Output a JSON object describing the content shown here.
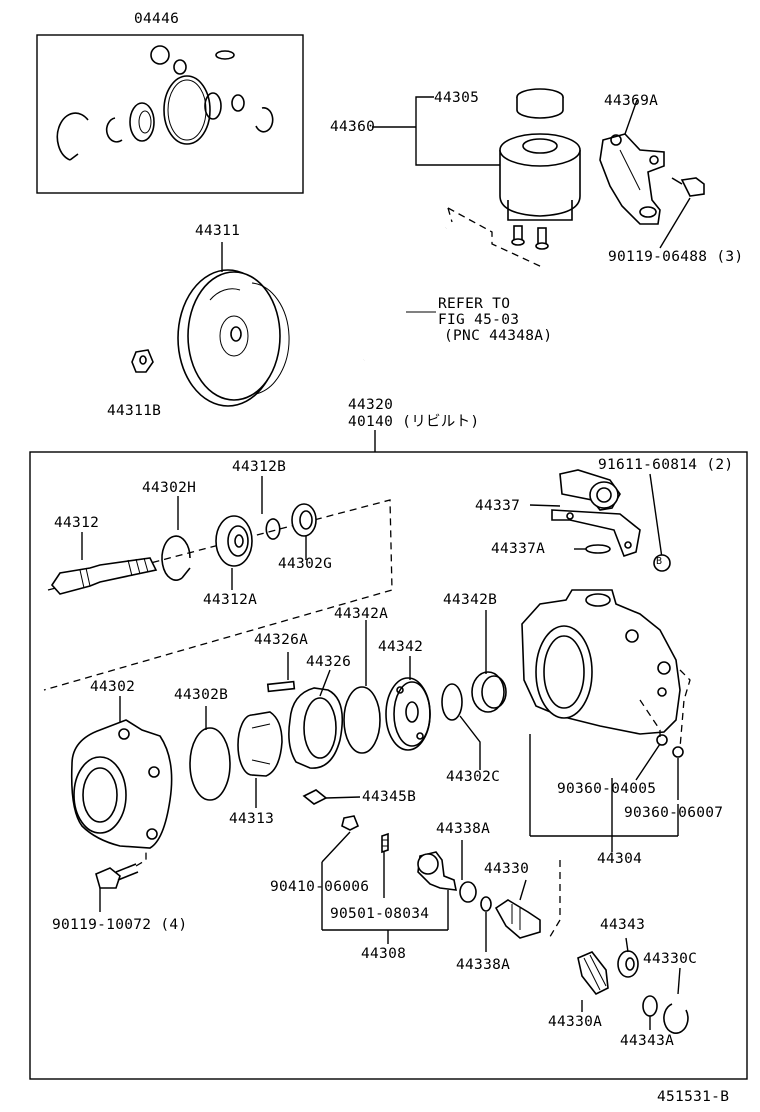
{
  "diagram": {
    "ref_code": "451531-B",
    "refer_note": {
      "line1": "REFER TO",
      "line2": "FIG 45-03",
      "line3": "(PNC 44348A)"
    },
    "labels": {
      "p04446": "04446",
      "p44305": "44305",
      "p44360": "44360",
      "p44369A": "44369A",
      "p90119_06488": "90119-06488 (3)",
      "p44311": "44311",
      "p44311B": "44311B",
      "p44320": "44320",
      "p40140": "40140 (リビルト)",
      "p91611": "91611-60814 (2)",
      "p44312B": "44312B",
      "p44302H": "44302H",
      "p44312": "44312",
      "p44302G": "44302G",
      "p44312A": "44312A",
      "p44337": "44337",
      "p44337A": "44337A",
      "p44342A": "44342A",
      "p44342B": "44342B",
      "p44326A": "44326A",
      "p44326": "44326",
      "p44342": "44342",
      "p44302": "44302",
      "p44302B": "44302B",
      "p44302C": "44302C",
      "p90360_04005": "90360-04005",
      "p90360_06007": "90360-06007",
      "p44345B": "44345B",
      "p44313": "44313",
      "p44304": "44304",
      "p44338A_top": "44338A",
      "p44330": "44330",
      "p90410": "90410-06006",
      "p90501": "90501-08034",
      "p90119_10072": "90119-10072 (4)",
      "p44308": "44308",
      "p44338A_bot": "44338A",
      "p44343": "44343",
      "p44330C": "44330C",
      "p44330A": "44330A",
      "p44343A": "44343A",
      "b_marker": "B"
    }
  }
}
